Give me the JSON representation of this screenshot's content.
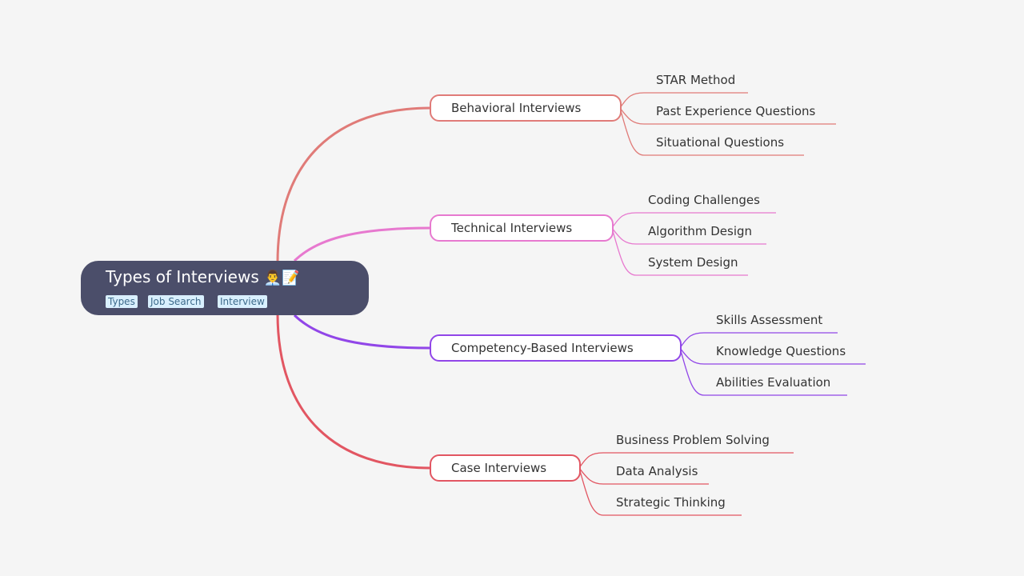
{
  "root": {
    "title": "Types of Interviews",
    "emoji": "👨‍💼📝",
    "tags": [
      "Types",
      "Job Search",
      "Interview"
    ]
  },
  "branches": [
    {
      "label": "Behavioral Interviews",
      "color": "#e07b78",
      "children": [
        "STAR Method",
        "Past Experience Questions",
        "Situational Questions"
      ]
    },
    {
      "label": "Technical Interviews",
      "color": "#e779cf",
      "children": [
        "Coding Challenges",
        "Algorithm Design",
        "System Design"
      ]
    },
    {
      "label": "Competency-Based Interviews",
      "color": "#9146e8",
      "children": [
        "Skills Assessment",
        "Knowledge Questions",
        "Abilities Evaluation"
      ]
    },
    {
      "label": "Case Interviews",
      "color": "#e25662",
      "children": [
        "Business Problem Solving",
        "Data Analysis",
        "Strategic Thinking"
      ]
    }
  ]
}
